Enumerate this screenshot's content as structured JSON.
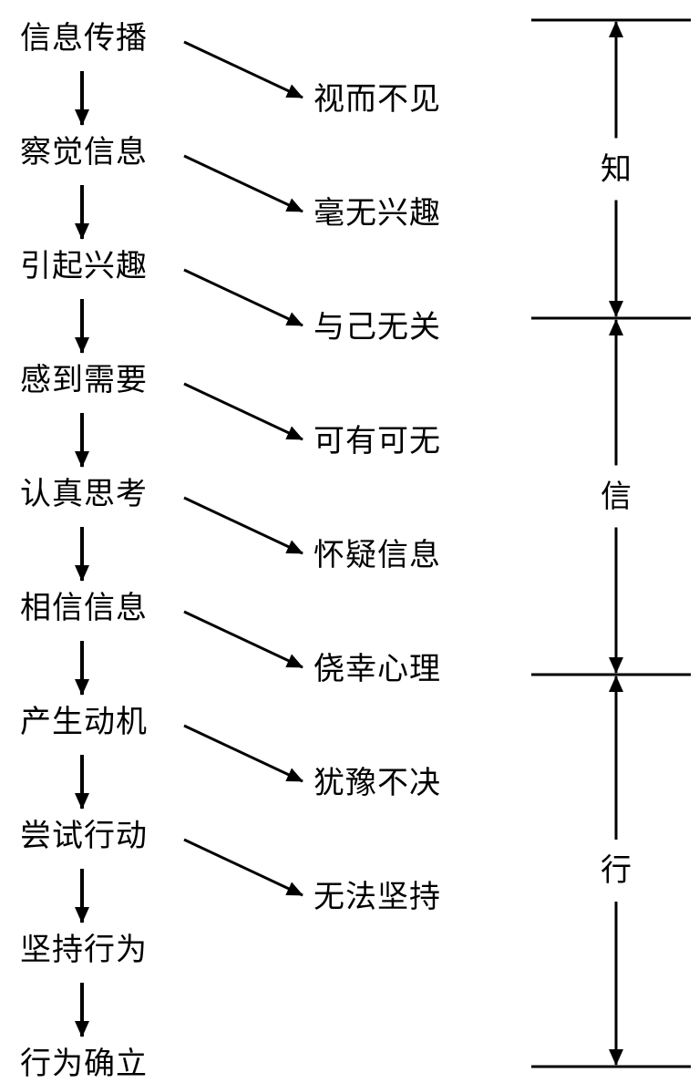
{
  "stages": [
    "信息传播",
    "察觉信息",
    "引起兴趣",
    "感到需要",
    "认真思考",
    "相信信息",
    "产生动机",
    "尝试行动",
    "坚持行为",
    "行为确立"
  ],
  "barriers": [
    "视而不见",
    "毫无兴趣",
    "与己无关",
    "可有可无",
    "怀疑信息",
    "侥幸心理",
    "犹豫不决",
    "无法坚持"
  ],
  "phases": [
    "知",
    "信",
    "行"
  ],
  "colors": {
    "ink": "#000000",
    "background": "#ffffff"
  }
}
